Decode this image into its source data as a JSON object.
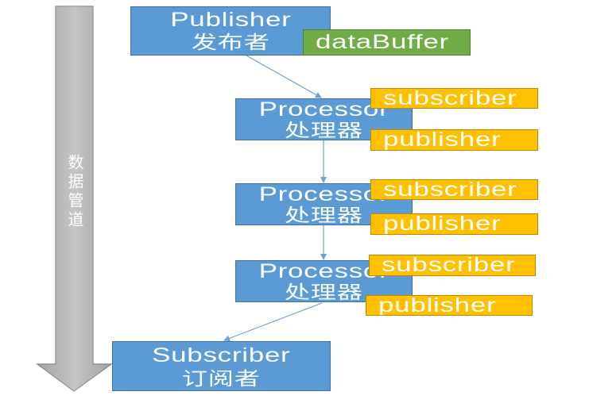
{
  "pipeline": {
    "label": "数据管道"
  },
  "publisher": {
    "title": "Publisher",
    "subtitle": "发布者",
    "buffer": "dataBuffer"
  },
  "processors": [
    {
      "title": "Processor",
      "subtitle": "处理器",
      "subscriber": "subscriber",
      "publisher": "publisher"
    },
    {
      "title": "Processor",
      "subtitle": "处理器",
      "subscriber": "subscriber",
      "publisher": "publisher"
    },
    {
      "title": "Processor",
      "subtitle": "处理器",
      "subscriber": "subscriber",
      "publisher": "publisher"
    }
  ],
  "subscriber": {
    "title": "Subscriber",
    "subtitle": "订阅者"
  },
  "colors": {
    "node": "#5b9bd5",
    "node_border": "#41719c",
    "buffer": "#70ad47",
    "role": "#ffc000",
    "pipe": "#a5a5a5",
    "connector": "#6f9fd8"
  }
}
